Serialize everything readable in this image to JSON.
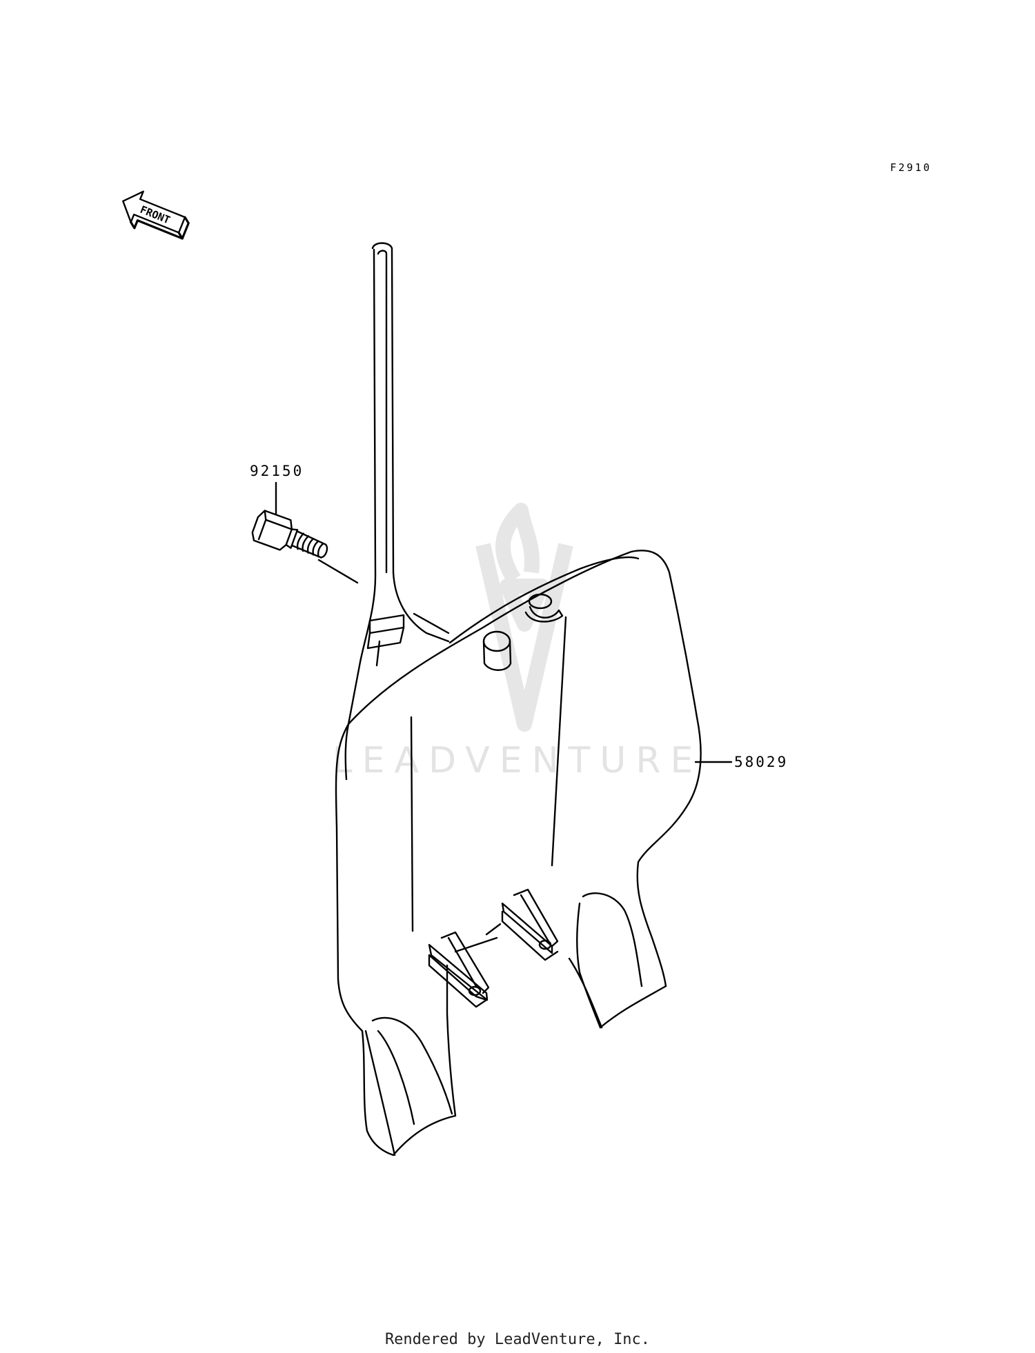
{
  "figure_code": "F2910",
  "direction_indicator": "FRONT",
  "watermark": "LEADVENTURE",
  "callouts": [
    {
      "part_number": "92150",
      "target": "bolt"
    },
    {
      "part_number": "58029",
      "target": "number-plate"
    }
  ],
  "footer": "Rendered by LeadVenture, Inc."
}
